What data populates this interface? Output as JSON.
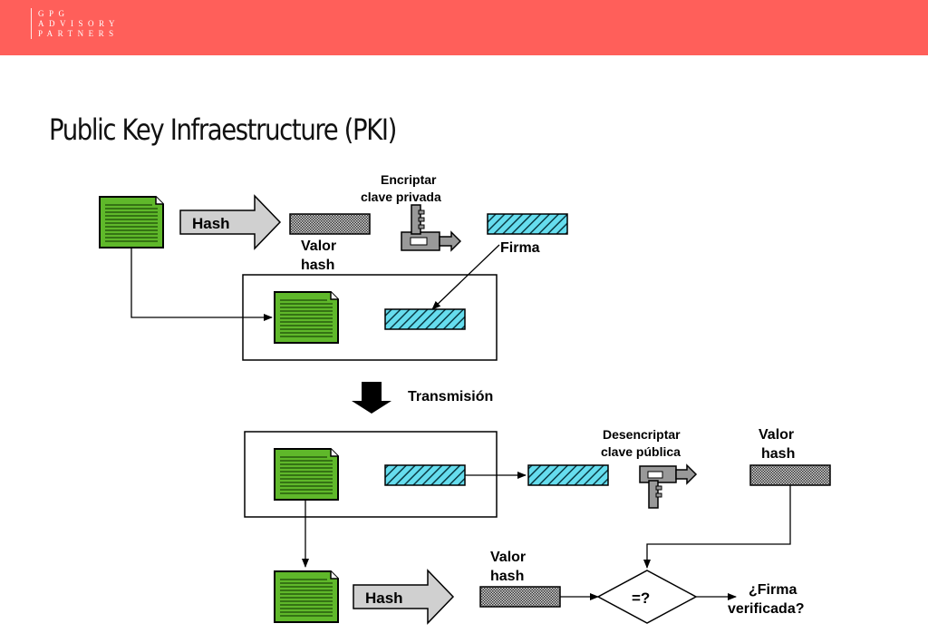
{
  "header": {
    "logo_lines": [
      "GPG",
      "ADVISORY",
      "PARTNERS"
    ]
  },
  "page": {
    "title": "Public Key Infraestructure (PKI)"
  },
  "diagram": {
    "hash_label": "Hash",
    "hash_label_bottom": "Hash",
    "valor_hash_top": [
      "Valor",
      "hash"
    ],
    "encriptar": [
      "Encriptar",
      "clave privada"
    ],
    "firma": "Firma",
    "transmision": "Transmisión",
    "desencriptar": [
      "Desencriptar",
      "clave pública"
    ],
    "valor_hash_right": [
      "Valor",
      "hash"
    ],
    "valor_hash_bottom": [
      "Valor",
      "hash"
    ],
    "compare": "=?",
    "verificada": [
      "¿Firma",
      "verificada?"
    ]
  },
  "colors": {
    "topbar": "#ff5f5a",
    "document_green": "#5fb82a",
    "signature_cyan": "#66ddee",
    "hash_gray": "#9a9a9a",
    "arrow_gray": "#d0d0d0"
  }
}
